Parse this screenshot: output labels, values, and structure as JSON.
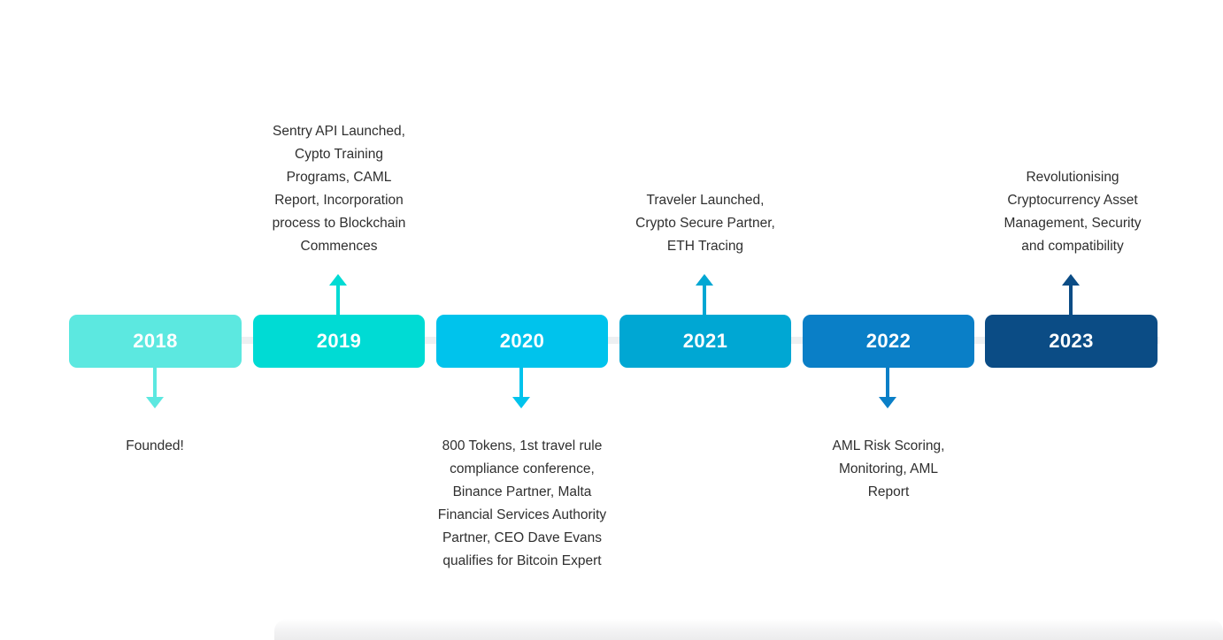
{
  "diagram": {
    "type": "timeline",
    "title": "",
    "orientation": "horizontal",
    "background_color": "#ffffff",
    "text_color": "#2f2f2f"
  },
  "stages": [
    {
      "year": "2018",
      "color": "#5CE8E0",
      "caption": "Founded!",
      "caption_position": "below",
      "arrow_direction": "down",
      "arrow_color": "#5CE8E0"
    },
    {
      "year": "2019",
      "color": "#00DBD4",
      "caption": "Sentry API Launched,\nCypto Training\nPrograms, CAML\nReport, Incorporation\nprocess to Blockchain\nCommences",
      "caption_position": "above",
      "arrow_direction": "up",
      "arrow_color": "#00DBD4"
    },
    {
      "year": "2020",
      "color": "#00C3EC",
      "caption": "800 Tokens, 1st travel rule\ncompliance conference,\nBinance Partner, Malta\nFinancial Services Authority\nPartner, CEO Dave Evans\nqualifies for Bitcoin Expert",
      "caption_position": "below",
      "arrow_direction": "down",
      "arrow_color": "#00C3EC"
    },
    {
      "year": "2021",
      "color": "#00A7D3",
      "caption": "Traveler Launched,\nCrypto Secure Partner,\nETH Tracing",
      "caption_position": "above",
      "arrow_direction": "up",
      "arrow_color": "#00A7D3"
    },
    {
      "year": "2022",
      "color": "#0A7FC7",
      "caption": "AML Risk Scoring,\nMonitoring, AML\nReport",
      "caption_position": "below",
      "arrow_direction": "down",
      "arrow_color": "#0A7FC7"
    },
    {
      "year": "2023",
      "color": "#0B4C85",
      "caption": "Revolutionising\nCryptocurrency Asset\nManagement, Security\nand compatibility",
      "caption_position": "above",
      "arrow_direction": "up",
      "arrow_color": "#0B4C85"
    }
  ]
}
